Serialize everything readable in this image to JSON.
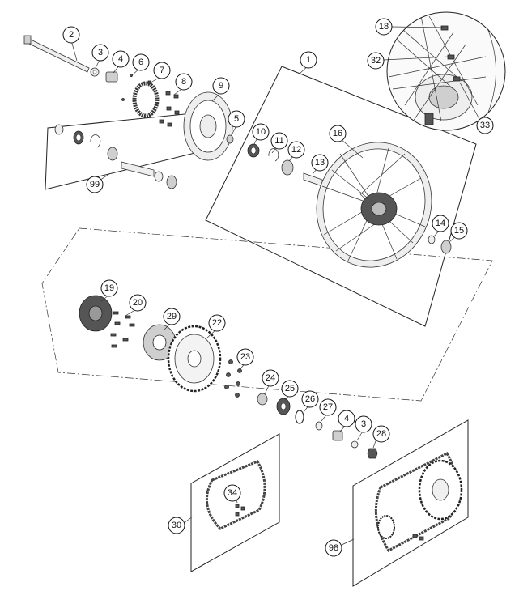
{
  "labels": {
    "p1": "1",
    "p2": "2",
    "p3a": "3",
    "p4a": "4",
    "p5": "5",
    "p6": "6",
    "p7": "7",
    "p8": "8",
    "p9": "9",
    "p10": "10",
    "p11": "11",
    "p12": "12",
    "p13": "13",
    "p14": "14",
    "p15": "15",
    "p16": "16",
    "p18": "18",
    "p19": "19",
    "p20": "20",
    "p22": "22",
    "p23": "23",
    "p24": "24",
    "p25": "25",
    "p26": "26",
    "p27": "27",
    "p4b": "4",
    "p3b": "3",
    "p28": "28",
    "p29": "29",
    "p30": "30",
    "p32": "32",
    "p33": "33",
    "p34": "34",
    "p98": "98",
    "p99": "99"
  }
}
